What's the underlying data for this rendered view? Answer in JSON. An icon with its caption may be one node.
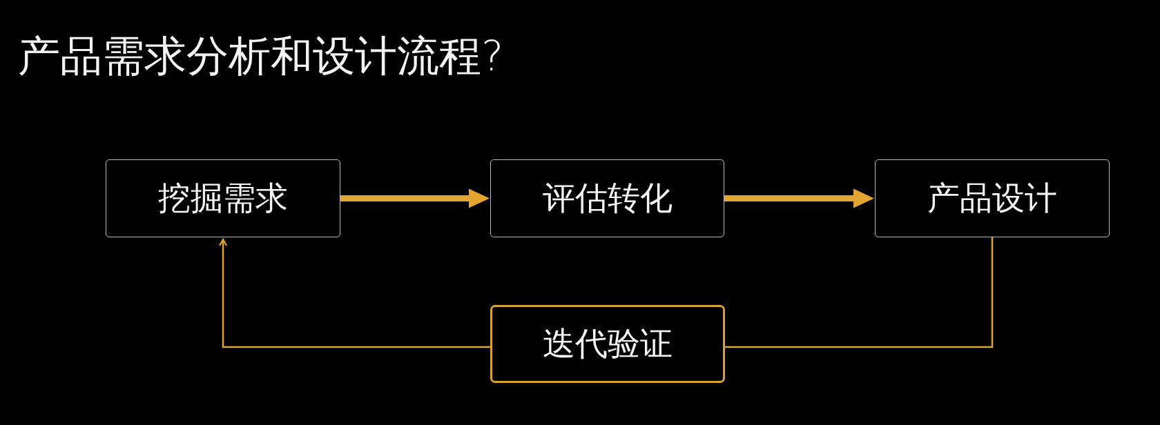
{
  "diagram": {
    "title": "产品需求分析和设计流程?",
    "nodes": [
      {
        "text": [
          "挖掘需求"
        ]
      },
      {
        "text": [
          "评估转化"
        ]
      },
      {
        "text": [
          "产品设计"
        ]
      },
      {
        "text": [
          "迭代验证"
        ]
      }
    ],
    "edges": [
      {
        "from": 0,
        "to": 1,
        "arrow": "to",
        "style": "thick"
      },
      {
        "from": 1,
        "to": 2,
        "arrow": "to",
        "style": "thick"
      },
      {
        "from": 2,
        "to": 3,
        "arrow": "none"
      },
      {
        "from": 3,
        "to": 0,
        "arrow": "to"
      }
    ]
  }
}
